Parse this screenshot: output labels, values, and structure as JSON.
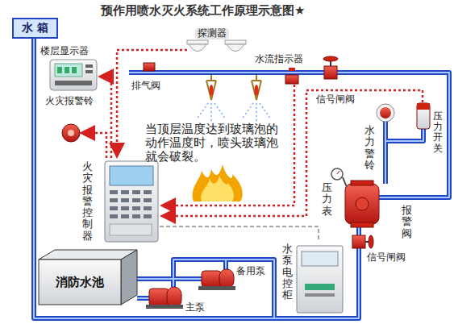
{
  "diagram": {
    "title": "预作用喷水灭火系统工作原理示意图★",
    "nodes": [
      {
        "text": [
          "水箱"
        ]
      },
      {
        "text": [
          "火灾报警控制器"
        ]
      },
      {
        "text": [
          "水泵电控柜"
        ]
      },
      {
        "text": [
          "消防水池"
        ]
      }
    ],
    "edges": [
      {
        "from": 1,
        "to": 2,
        "arrow": "none"
      }
    ],
    "labels": [
      "楼层显示器",
      "火灾报警铃",
      "探测器",
      "水流指示器",
      "排气阀",
      "信号闸阀",
      "当顶层温度达到玻璃泡的动作温度时，喷头玻璃泡就会破裂。",
      "水力警铃",
      "压力开关",
      "压力表",
      "报警阀",
      "信号闸阀",
      "备用泵",
      "主泵"
    ]
  }
}
